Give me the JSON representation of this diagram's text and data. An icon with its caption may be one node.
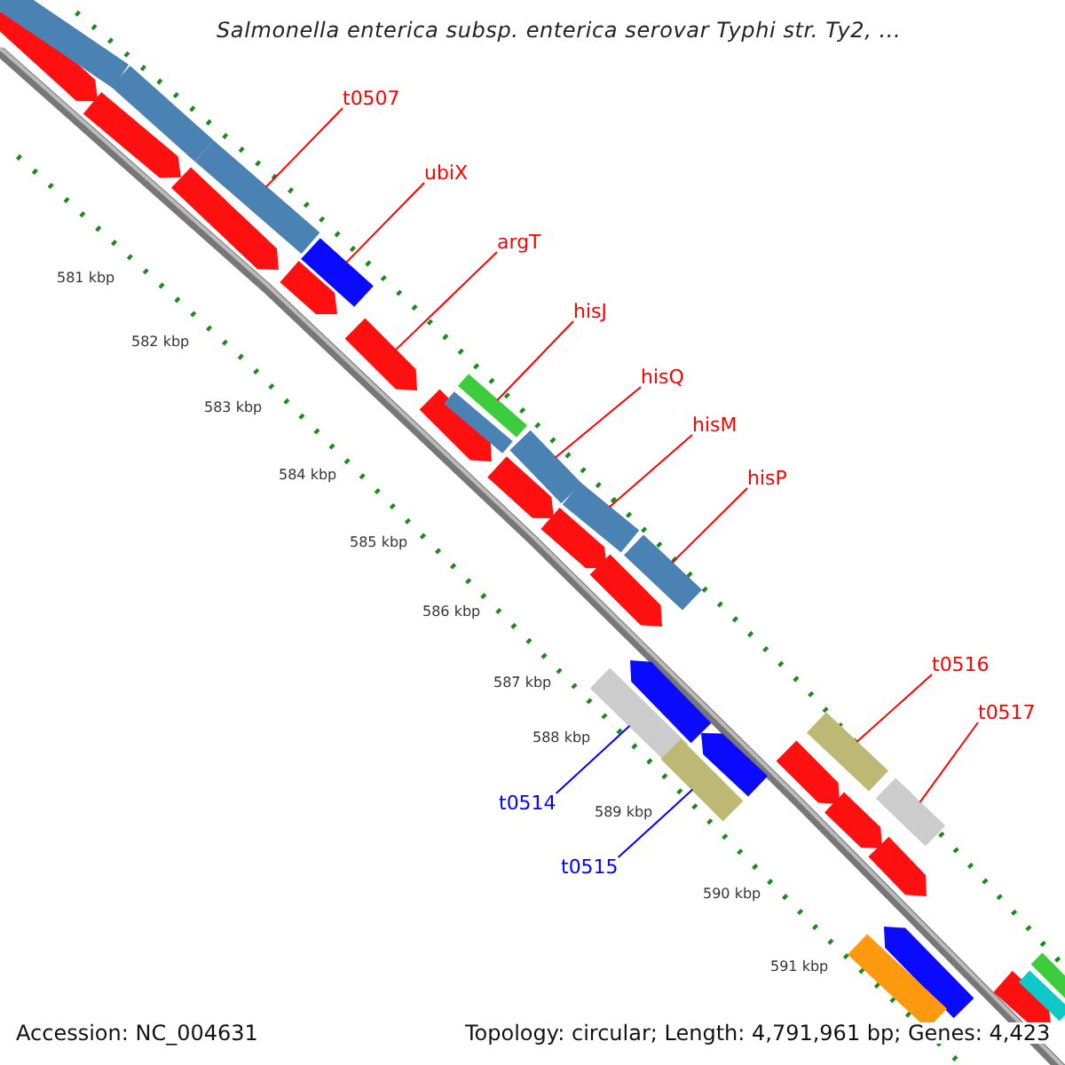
{
  "diagram": {
    "title": "Salmonella enterica subsp. enterica serovar Typhi str. Ty2, ...",
    "nodes": [
      {
        "text": [
          "t0507"
        ]
      },
      {
        "text": [
          "ubiX"
        ]
      },
      {
        "text": [
          "argT"
        ]
      },
      {
        "text": [
          "hisJ"
        ]
      },
      {
        "text": [
          "hisQ"
        ]
      },
      {
        "text": [
          "hisM"
        ]
      },
      {
        "text": [
          "hisP"
        ]
      },
      {
        "text": [
          "t0514"
        ]
      },
      {
        "text": [
          "t0515"
        ]
      },
      {
        "text": [
          "t0516"
        ]
      },
      {
        "text": [
          "t0517"
        ]
      },
      {
        "text": [],
        "shape": "bar"
      },
      {
        "text": [],
        "shape": "bar"
      },
      {
        "text": [],
        "shape": "arrow"
      },
      {
        "text": [],
        "shape": "bar"
      },
      {
        "text": [],
        "shape": "bar"
      },
      {
        "text": [],
        "shape": "bar"
      },
      {
        "text": [],
        "shape": "bar"
      },
      {
        "text": [],
        "shape": "bar"
      },
      {
        "text": [],
        "shape": "bar"
      },
      {
        "text": [],
        "shape": "bar"
      },
      {
        "text": [],
        "shape": "bar"
      }
    ],
    "edges": [
      {
        "from": 0,
        "to": 11,
        "arrow": "none"
      },
      {
        "from": 1,
        "to": 12,
        "arrow": "none"
      },
      {
        "from": 2,
        "to": 13,
        "arrow": "none"
      },
      {
        "from": 3,
        "to": 14,
        "arrow": "none"
      },
      {
        "from": 4,
        "to": 15,
        "arrow": "none"
      },
      {
        "from": 5,
        "to": 16,
        "arrow": "none"
      },
      {
        "from": 6,
        "to": 17,
        "arrow": "none"
      },
      {
        "from": 7,
        "to": 18,
        "arrow": "none",
        "color": "#0000ff"
      },
      {
        "from": 8,
        "to": 19,
        "arrow": "none",
        "color": "#0000ff"
      },
      {
        "from": 9,
        "to": 20,
        "arrow": "none"
      },
      {
        "from": 10,
        "to": 21,
        "arrow": "none"
      }
    ],
    "labels": [
      "581 kbp",
      "582 kbp",
      "583 kbp",
      "584 kbp",
      "585 kbp",
      "586 kbp",
      "587 kbp",
      "588 kbp",
      "589 kbp",
      "590 kbp",
      "591 kbp",
      "Accession: NC_004631",
      "Topology: circular; Length: 4,791,961 bp; Genes: 4,423"
    ]
  }
}
